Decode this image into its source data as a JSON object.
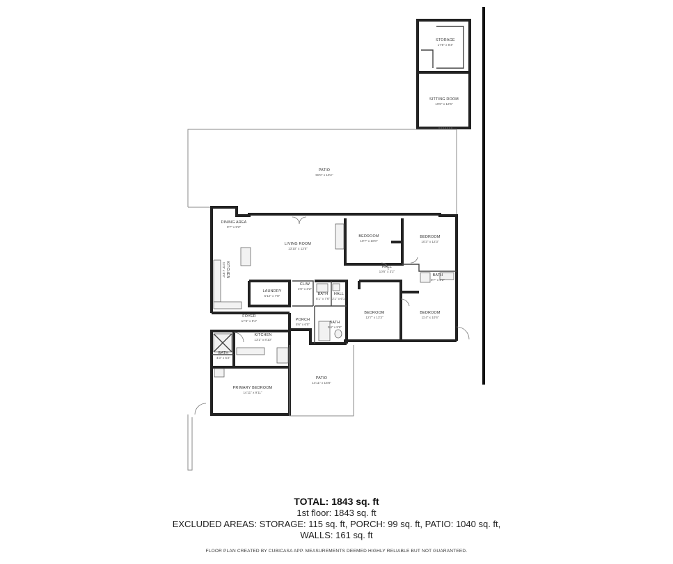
{
  "rooms": [
    {
      "id": "storage",
      "name": "STORAGE",
      "dim": "17'8\" x 8'4\""
    },
    {
      "id": "sitting",
      "name": "SITTING ROOM",
      "dim": "19'0\" x 12'6\""
    },
    {
      "id": "patio",
      "name": "PATIO",
      "dim": "60'0\" x 19'2\""
    },
    {
      "id": "dining",
      "name": "DINING AREA",
      "dim": "9'7\" x 9'2\""
    },
    {
      "id": "living",
      "name": "LIVING ROOM",
      "dim": "13'10\" x 13'5\""
    },
    {
      "id": "kitchen",
      "name": "KITCHEN",
      "dim": "12'3\" x 8'8\""
    },
    {
      "id": "laundry",
      "name": "LAUNDRY",
      "dim": "5'12\" x 7'8\""
    },
    {
      "id": "closet",
      "name": "CL/W",
      "dim": "4'0\" x 3'2\""
    },
    {
      "id": "bedroom1",
      "name": "BEDROOM",
      "dim": "10'7\" x 10'0\""
    },
    {
      "id": "bedroom2",
      "name": "BEDROOM",
      "dim": "10'3\" x 12'3\""
    },
    {
      "id": "hall",
      "name": "HALL",
      "dim": "10'6\" x 3'2\""
    },
    {
      "id": "bath1",
      "name": "BATH",
      "dim": "8'7\" x 5'2\""
    },
    {
      "id": "bath2",
      "name": "BATH",
      "dim": "5'1\" x 7'6\""
    },
    {
      "id": "hall2",
      "name": "HALL",
      "dim": "3'1\" x 6'1\""
    },
    {
      "id": "bedroom3",
      "name": "BEDROOM",
      "dim": "12'7\" x 13'3\""
    },
    {
      "id": "bedroom4",
      "name": "BEDROOM",
      "dim": "11'4\" x 10'6\""
    },
    {
      "id": "foyer",
      "name": "FOYER",
      "dim": "17'4\" x 9'4\""
    },
    {
      "id": "porch",
      "name": "PORCH",
      "dim": "5'6\" x 6'5\""
    },
    {
      "id": "bath3",
      "name": "BATH",
      "dim": "5'4\" x 5'6\""
    },
    {
      "id": "kitchen2",
      "name": "KITCHEN",
      "dim": "13'1\" x 8'10\""
    },
    {
      "id": "bath4",
      "name": "BATH",
      "dim": "4'3\" x 6'2\""
    },
    {
      "id": "primary",
      "name": "PRIMARY BEDROOM",
      "dim": "14'11\" x 9'11\""
    },
    {
      "id": "patio2",
      "name": "PATIO",
      "dim": "14'11\" x 16'8\""
    }
  ],
  "summary": {
    "total": "TOTAL: 1843 sq. ft",
    "first_floor": "1st floor: 1843 sq. ft",
    "excluded": "EXCLUDED AREAS: STORAGE: 115 sq. ft, PORCH: 99 sq. ft, PATIO: 1040 sq. ft,",
    "walls": "WALLS: 161 sq. ft"
  },
  "footer": "FLOOR PLAN CREATED BY CUBICASA APP. MEASUREMENTS DEEMED HIGHLY RELIABLE BUT NOT GUARANTEED."
}
